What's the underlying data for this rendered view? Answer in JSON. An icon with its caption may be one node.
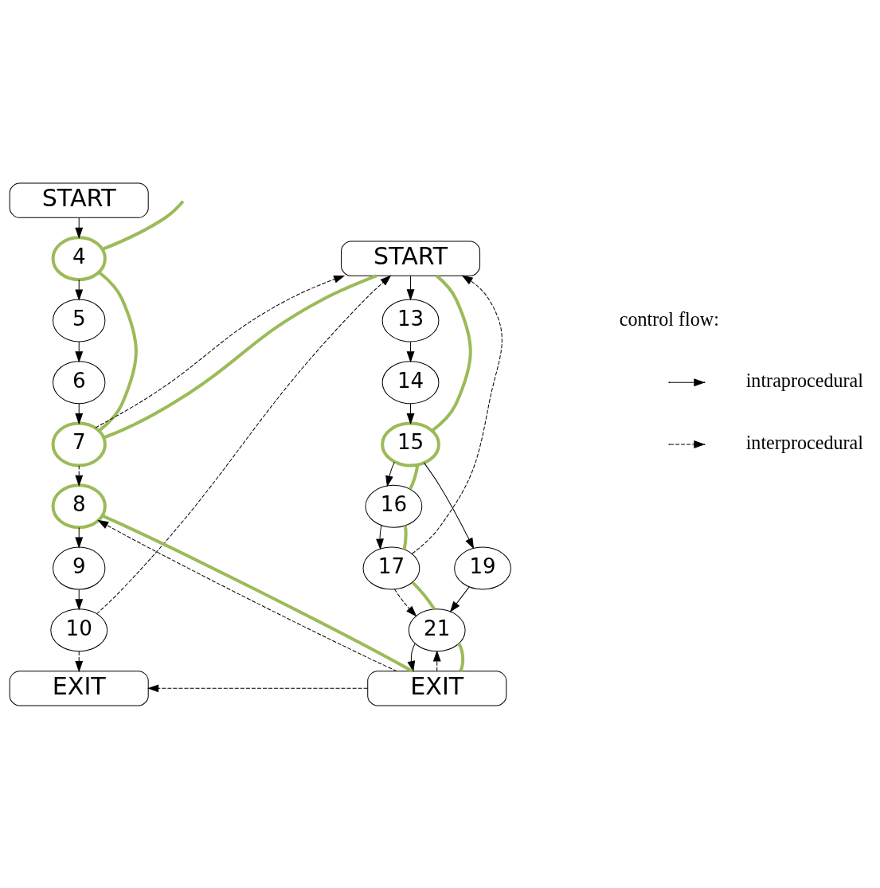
{
  "diagram": {
    "nodes": [
      {
        "text": [
          "START"
        ]
      },
      {
        "text": [
          "4"
        ]
      },
      {
        "text": [
          "5"
        ]
      },
      {
        "text": [
          "6"
        ]
      },
      {
        "text": [
          "7"
        ]
      },
      {
        "text": [
          "8"
        ]
      },
      {
        "text": [
          "9"
        ]
      },
      {
        "text": [
          "10"
        ]
      },
      {
        "text": [
          "EXIT"
        ]
      },
      {
        "text": [
          "START"
        ]
      },
      {
        "text": [
          "13"
        ]
      },
      {
        "text": [
          "14"
        ]
      },
      {
        "text": [
          "15"
        ]
      },
      {
        "text": [
          "16"
        ]
      },
      {
        "text": [
          "19"
        ]
      },
      {
        "text": [
          "17"
        ]
      },
      {
        "text": [
          "21"
        ]
      },
      {
        "text": [
          "EXIT"
        ]
      }
    ],
    "edges": [
      {
        "from": 0,
        "to": 1,
        "arrow": "to"
      },
      {
        "from": 1,
        "to": 2,
        "arrow": "to"
      },
      {
        "from": 2,
        "to": 3,
        "arrow": "to"
      },
      {
        "from": 3,
        "to": 4,
        "arrow": "to"
      },
      {
        "from": 4,
        "to": 5,
        "arrow": "to",
        "style": "dashed"
      },
      {
        "from": 5,
        "to": 6,
        "arrow": "to"
      },
      {
        "from": 6,
        "to": 7,
        "arrow": "to"
      },
      {
        "from": 7,
        "to": 8,
        "arrow": "to",
        "style": "dashed"
      },
      {
        "from": 9,
        "to": 10,
        "arrow": "to"
      },
      {
        "from": 10,
        "to": 11,
        "arrow": "to"
      },
      {
        "from": 11,
        "to": 12,
        "arrow": "to"
      },
      {
        "from": 12,
        "to": 13,
        "arrow": "to"
      },
      {
        "from": 12,
        "to": 14,
        "arrow": "to"
      },
      {
        "from": 13,
        "to": 15,
        "arrow": "to"
      },
      {
        "from": 14,
        "to": 16,
        "arrow": "to"
      },
      {
        "from": 15,
        "to": 16,
        "arrow": "to",
        "style": "dashed"
      },
      {
        "from": 16,
        "to": 17,
        "arrow": "to"
      },
      {
        "from": 4,
        "to": 9,
        "arrow": "to",
        "style": "dashed"
      },
      {
        "from": 7,
        "to": 9,
        "arrow": "to",
        "style": "dashed"
      },
      {
        "from": 15,
        "to": 9,
        "arrow": "to",
        "style": "dashed"
      },
      {
        "from": 17,
        "to": 5,
        "arrow": "to",
        "style": "dashed"
      },
      {
        "from": 17,
        "to": 8,
        "arrow": "to",
        "style": "dashed"
      },
      {
        "from": 17,
        "to": 16,
        "arrow": "to",
        "style": "dashed"
      },
      {
        "from": null,
        "to": 1,
        "arrow": "none",
        "style": "thick",
        "color": "#9bbb59"
      },
      {
        "from": 1,
        "to": 4,
        "arrow": "none",
        "style": "thick",
        "color": "#9bbb59"
      },
      {
        "from": 4,
        "to": 9,
        "arrow": "none",
        "style": "thick",
        "color": "#9bbb59"
      },
      {
        "from": 9,
        "to": 12,
        "arrow": "none",
        "style": "thick",
        "color": "#9bbb59"
      },
      {
        "from": 12,
        "to": 13,
        "arrow": "none",
        "style": "thick",
        "color": "#9bbb59"
      },
      {
        "from": 13,
        "to": 15,
        "arrow": "none",
        "style": "thick",
        "color": "#9bbb59"
      },
      {
        "from": 15,
        "to": 16,
        "arrow": "none",
        "style": "thick",
        "color": "#9bbb59"
      },
      {
        "from": 16,
        "to": 17,
        "arrow": "none",
        "style": "thick",
        "color": "#9bbb59"
      },
      {
        "from": 17,
        "to": 5,
        "arrow": "none",
        "style": "thick",
        "color": "#9bbb59"
      }
    ],
    "labels": [
      "control flow:"
    ],
    "legend": [
      {
        "text": "intraprocedural"
      },
      {
        "text": "interprocedural"
      }
    ]
  }
}
